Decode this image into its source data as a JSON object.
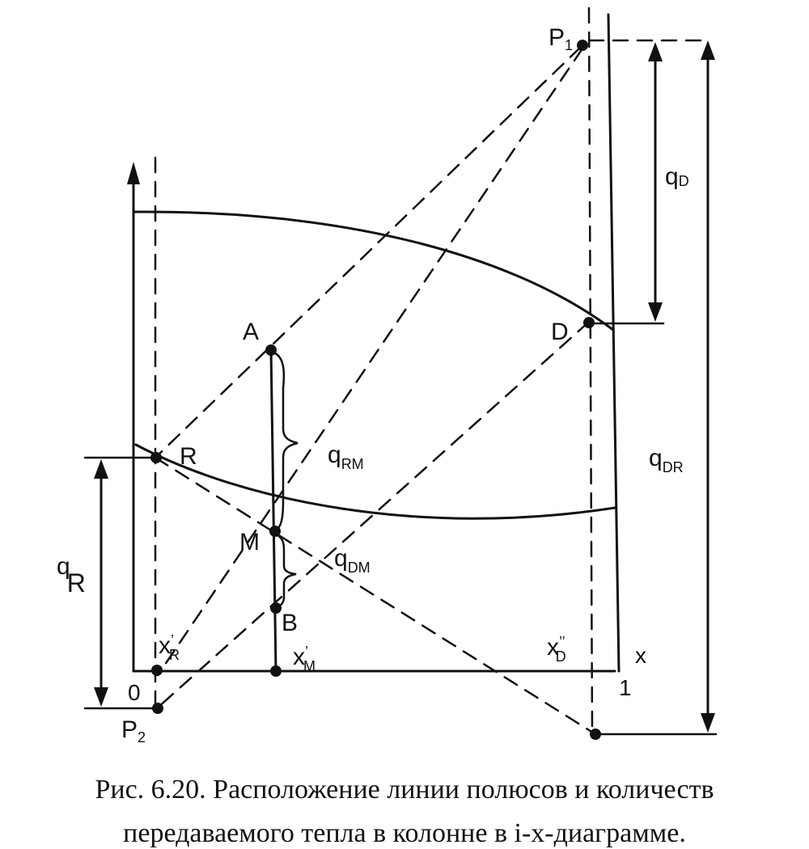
{
  "labels": {
    "P1": {
      "main": "P",
      "sub": "1"
    },
    "P2": {
      "main": "P",
      "sub": "2"
    },
    "A": "A",
    "D": "D",
    "R": "R",
    "M": "M",
    "B": "B",
    "zero": "0",
    "one": "1",
    "x_axis": "x",
    "qD": {
      "main": "q",
      "sub": "D"
    },
    "qDR": {
      "main": "q",
      "sub": "DR"
    },
    "qRM": {
      "main": "q",
      "sub": "RM"
    },
    "qDM": {
      "main": "q",
      "sub": "DM"
    },
    "qR": {
      "main": "q",
      "sub": "R"
    },
    "xR": {
      "main": "x",
      "sub": "R",
      "prime": "’"
    },
    "xM": {
      "main": "x",
      "sub": "M",
      "prime": "’"
    },
    "xD": {
      "main": "x",
      "sub": "D",
      "prime": "’’"
    }
  },
  "caption": {
    "line1": "Рис. 6.20. Расположение линии полюсов и количеств",
    "line2": "передаваемого тепла в колонне в i-x-диаграмме."
  }
}
